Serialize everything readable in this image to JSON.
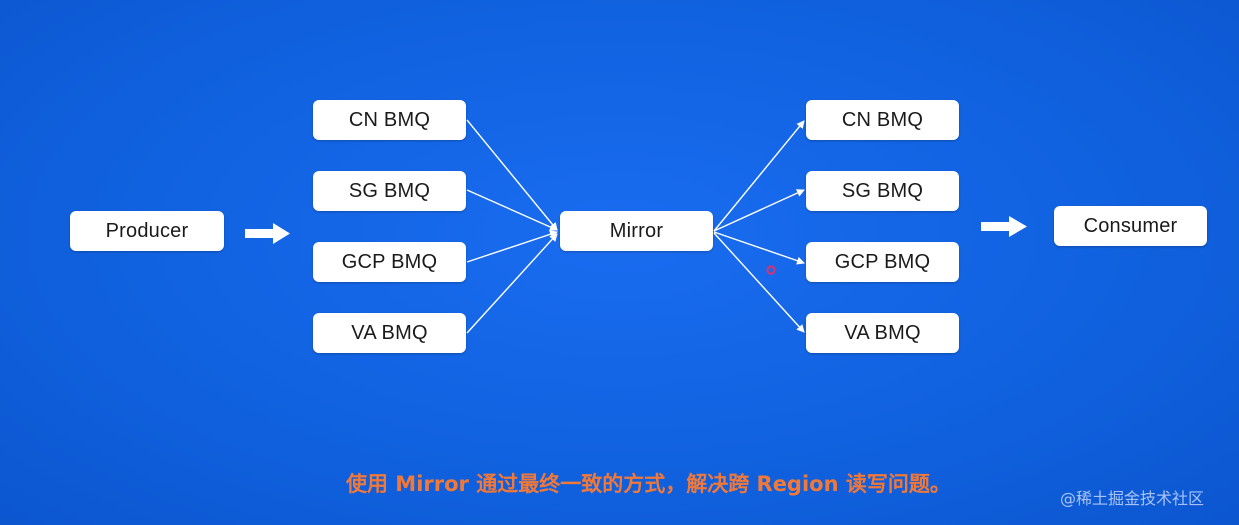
{
  "diagram": {
    "producer": {
      "label": "Producer"
    },
    "left_queues": [
      {
        "label": "CN BMQ"
      },
      {
        "label": "SG BMQ"
      },
      {
        "label": "GCP BMQ"
      },
      {
        "label": "VA BMQ"
      }
    ],
    "mirror": {
      "label": "Mirror"
    },
    "right_queues": [
      {
        "label": "CN BMQ"
      },
      {
        "label": "SG BMQ"
      },
      {
        "label": "GCP BMQ"
      },
      {
        "label": "VA BMQ"
      }
    ],
    "consumer": {
      "label": "Consumer"
    }
  },
  "caption": "使用 Mirror 通过最终一致的方式，解决跨 Region 读写问题。",
  "watermark": "@稀土掘金技术社区",
  "colors": {
    "background": "#1162e0",
    "node_fill": "#ffffff",
    "arrow": "#ffffff",
    "caption": "#f07838",
    "pointer_dot": "#e0306a"
  }
}
